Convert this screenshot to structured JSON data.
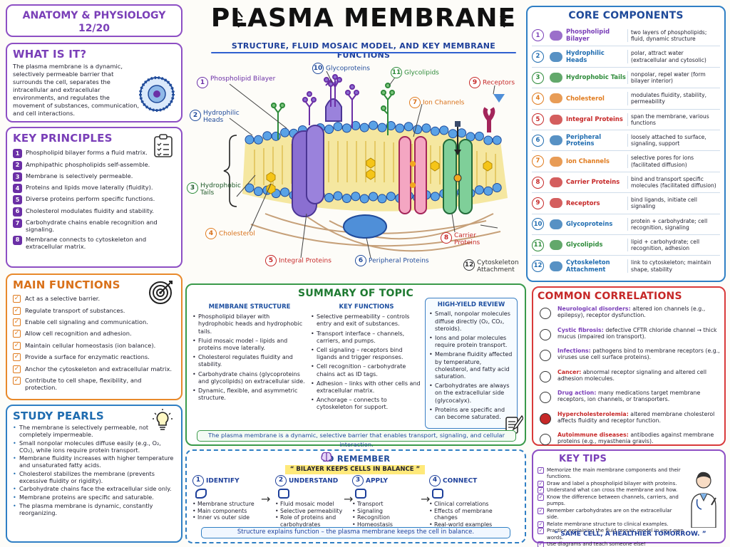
{
  "course": {
    "line1": "ANATOMY & PHYSIOLOGY",
    "line2": "12/20"
  },
  "title": "PLASMA MEMBRANE",
  "subtitle": "STRUCTURE, FLUID MOSAIC MODEL, AND KEY MEMBRANE FUNCTIONS",
  "what": {
    "heading": "WHAT IS IT?",
    "body": "The plasma membrane is a dynamic, selectively permeable barrier that surrounds the cell, separates the intracellular and extracellular environments, and regulates the movement of substances, communication, and cell interactions."
  },
  "principles": {
    "heading": "KEY PRINCIPLES",
    "items": [
      "Phospholipid bilayer forms a fluid matrix.",
      "Amphipathic phospholipids self-assemble.",
      "Membrane is selectively permeable.",
      "Proteins and lipids move laterally (fluidity).",
      "Diverse proteins perform specific functions.",
      "Cholesterol modulates fluidity and stability.",
      "Carbohydrate chains enable recognition and signaling.",
      "Membrane connects to cytoskeleton and extracellular matrix."
    ]
  },
  "functions": {
    "heading": "MAIN FUNCTIONS",
    "items": [
      "Act as a selective barrier.",
      "Regulate transport of substances.",
      "Enable cell signaling and communication.",
      "Allow cell recognition and adhesion.",
      "Maintain cellular homeostasis (ion balance).",
      "Provide a surface for enzymatic reactions.",
      "Anchor the cytoskeleton and extracellular matrix.",
      "Contribute to cell shape, flexibility, and protection."
    ]
  },
  "pearls": {
    "heading": "STUDY PEARLS",
    "items": [
      "The membrane is selectively permeable, not completely impermeable.",
      "Small nonpolar molecules diffuse easily (e.g., O₂, CO₂), while ions require protein transport.",
      "Membrane fluidity increases with higher temperature and unsaturated fatty acids.",
      "Cholesterol stabilizes the membrane (prevents excessive fluidity or rigidity).",
      "Carbohydrate chains face the extracellular side only.",
      "Membrane proteins are specific and saturable.",
      "The plasma membrane is dynamic, constantly reorganizing."
    ]
  },
  "diagram": {
    "labels": [
      {
        "n": "1",
        "text": "Phospholipid Bilayer"
      },
      {
        "n": "2",
        "text": "Hydrophilic Heads"
      },
      {
        "n": "3",
        "text": "Hydrophobic Tails"
      },
      {
        "n": "4",
        "text": "Cholesterol"
      },
      {
        "n": "5",
        "text": "Integral Proteins"
      },
      {
        "n": "6",
        "text": "Peripheral Proteins"
      },
      {
        "n": "7",
        "text": "Ion Channels"
      },
      {
        "n": "8",
        "text": "Carrier Proteins"
      },
      {
        "n": "9",
        "text": "Receptors"
      },
      {
        "n": "10",
        "text": "Glycoproteins"
      },
      {
        "n": "11",
        "text": "Glycolipids"
      },
      {
        "n": "12",
        "text": "Cytoskeleton Attachment"
      }
    ]
  },
  "summary": {
    "heading": "SUMMARY OF TOPIC",
    "structure": {
      "heading": "MEMBRANE STRUCTURE",
      "items": [
        "Phospholipid bilayer with hydrophobic heads and hydrophobic tails.",
        "Fluid mosaic model – lipids and proteins move laterally.",
        "Cholesterol regulates fluidity and stability.",
        "Carbohydrate chains (glycoproteins and glycolipids) on extracellular side.",
        "Dynamic, flexible, and asymmetric structure."
      ]
    },
    "key_functions": {
      "heading": "KEY FUNCTIONS",
      "items": [
        "Selective permeability – controls entry and exit of substances.",
        "Transport interface – channels, carriers, and pumps.",
        "Cell signaling – receptors bind ligands and trigger responses.",
        "Cell recognition – carbohydrate chains act as ID tags.",
        "Adhesion – links with other cells and extracellular matrix.",
        "Anchorage – connects to cytoskeleton for support."
      ]
    },
    "high_yield": {
      "heading": "HIGH-YIELD REVIEW",
      "items": [
        "Small, nonpolar molecules diffuse directly (O₂, CO₂, steroids).",
        "Ions and polar molecules require protein transport.",
        "Membrane fluidity affected by temperature, cholesterol, and fatty acid saturation.",
        "Carbohydrates are always on the extracellular side (glycocalyx).",
        "Proteins are specific and can become saturated."
      ]
    },
    "bottom": "The plasma membrane is a dynamic, selective barrier that enables transport, signaling, and cellular interaction."
  },
  "remember": {
    "heading": "TO REMEMBER",
    "slogan": "“ BILAYER KEEPS CELLS IN BALANCE ”",
    "steps": [
      {
        "n": "1",
        "title": "IDENTIFY",
        "items": [
          "Membrane structure",
          "Main components",
          "Inner vs outer side"
        ]
      },
      {
        "n": "2",
        "title": "UNDERSTAND",
        "items": [
          "Fluid mosaic model",
          "Selective permeability",
          "Role of proteins and carbohydrates"
        ]
      },
      {
        "n": "3",
        "title": "APPLY",
        "items": [
          "Transport",
          "Signaling",
          "Recognition",
          "Homeostasis"
        ]
      },
      {
        "n": "4",
        "title": "CONNECT",
        "items": [
          "Clinical correlations",
          "Effects of membrane changes",
          "Real-world examples"
        ]
      }
    ],
    "bottom": "Structure explains function – the plasma membrane keeps the cell in balance."
  },
  "core": {
    "heading": "CORE COMPONENTS",
    "items": [
      {
        "n": "1",
        "name": "Phospholipid Bilayer",
        "desc": "two layers of phospholipids; fluid, dynamic structure",
        "color": "#7a3fb8"
      },
      {
        "n": "2",
        "name": "Hydrophilic Heads",
        "desc": "polar, attract water (extracellular and cytosolic)",
        "color": "#1f6cb0"
      },
      {
        "n": "3",
        "name": "Hydrophobic Tails",
        "desc": "nonpolar, repel water (form bilayer interior)",
        "color": "#2e8b3a"
      },
      {
        "n": "4",
        "name": "Cholesterol",
        "desc": "modulates fluidity, stability, permeability",
        "color": "#e07b1e"
      },
      {
        "n": "5",
        "name": "Integral Proteins",
        "desc": "span the membrane, various functions",
        "color": "#c62828"
      },
      {
        "n": "6",
        "name": "Peripheral Proteins",
        "desc": "loosely attached to surface, signaling, support",
        "color": "#1f6cb0"
      },
      {
        "n": "7",
        "name": "Ion Channels",
        "desc": "selective pores for ions (facilitated diffusion)",
        "color": "#e07b1e"
      },
      {
        "n": "8",
        "name": "Carrier Proteins",
        "desc": "bind and transport specific molecules (facilitated diffusion)",
        "color": "#c62828"
      },
      {
        "n": "9",
        "name": "Receptors",
        "desc": "bind ligands, initiate cell signaling",
        "color": "#c62828"
      },
      {
        "n": "10",
        "name": "Glycoproteins",
        "desc": "protein + carbohydrate; cell recognition, signaling",
        "color": "#1f6cb0"
      },
      {
        "n": "11",
        "name": "Glycolipids",
        "desc": "lipid + carbohydrate; cell recognition, adhesion",
        "color": "#2e8b3a"
      },
      {
        "n": "12",
        "name": "Cytoskeleton Attachment",
        "desc": "link to cytoskeleton; maintain shape, stability",
        "color": "#1f6cb0"
      }
    ]
  },
  "correlations": {
    "heading": "COMMON CORRELATIONS",
    "items": [
      {
        "term": "Neurological disorders:",
        "text": "altered ion channels (e.g., epilepsy), receptor dysfunction.",
        "color": "#7a3fb8",
        "icon": "brain-icon"
      },
      {
        "term": "Cystic fibrosis:",
        "text": "defective CFTR chloride channel → thick mucus (impaired ion transport).",
        "color": "#7a3fb8",
        "icon": "gear-icon"
      },
      {
        "term": "Infections:",
        "text": "pathogens bind to membrane receptors (e.g., viruses use cell surface proteins).",
        "color": "#7a3fb8",
        "icon": "virus-icon"
      },
      {
        "term": "Cancer:",
        "text": "abnormal receptor signaling and altered cell adhesion molecules.",
        "color": "#c62828",
        "icon": "ribbon-icon"
      },
      {
        "term": "Drug action:",
        "text": "many medications target membrane receptors, ion channels, or transporters.",
        "color": "#7a3fb8",
        "icon": "pill-icon"
      },
      {
        "term": "Hypercholesterolemia:",
        "text": "altered membrane cholesterol affects fluidity and receptor function.",
        "color": "#c62828",
        "icon": "blood-drop-icon"
      },
      {
        "term": "Autoimmune diseases:",
        "text": "antibodies against membrane proteins (e.g., myasthenia gravis).",
        "color": "#c62828",
        "icon": "syringe-icon"
      }
    ]
  },
  "tips": {
    "heading": "KEY TIPS",
    "items": [
      "Memorize the main membrane components and their functions.",
      "Draw and label a phospholipid bilayer with proteins.",
      "Understand what can cross the membrane and how.",
      "Know the difference between channels, carriers, and pumps.",
      "Remember carbohydrates are on the extracellular side.",
      "Relate membrane structure to clinical examples.",
      "Practice explaining the fluid mosaic model in your own words.",
      "Use diagrams and teach someone else!"
    ],
    "slogan": "“ SAME CELL, A HEALTHIER TOMORROW. ”"
  }
}
